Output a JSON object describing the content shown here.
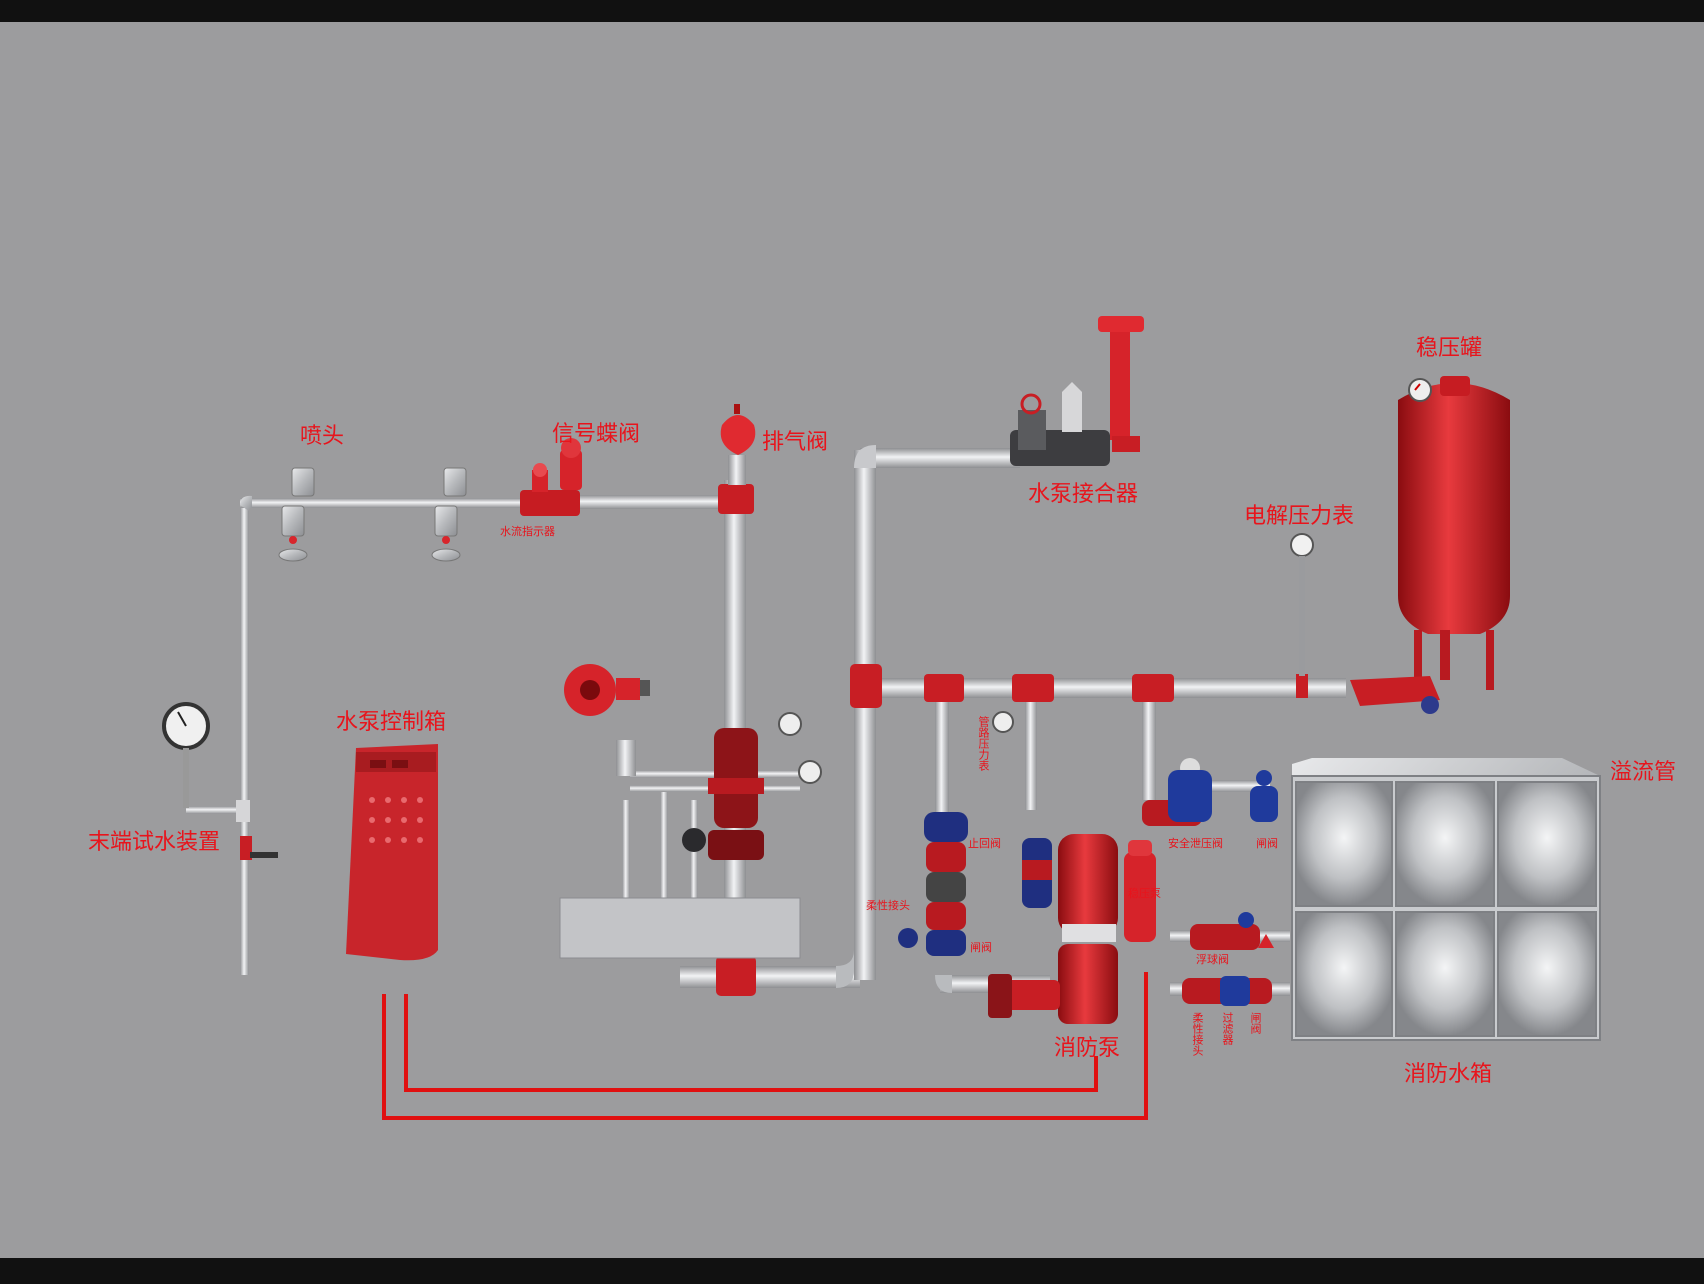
{
  "labels": {
    "sprinkler": "喷头",
    "signal_valve": "信号蝶阀",
    "flow_indicator": "水流指示器",
    "air_vent": "排气阀",
    "pump_adapter": "水泵接合器",
    "pressure_tank": "稳压罐",
    "pressure_gauge": "电解压力表",
    "overflow_pipe": "溢流管",
    "control_box": "水泵控制箱",
    "end_test": "末端试水装置",
    "fire_pump": "消防泵",
    "water_tank": "消防水箱",
    "main_gauge": "管路压力表",
    "check_valve": "止回阀",
    "soft_joint": "柔性接头",
    "gate_valve": "闸阀",
    "stabilizer_pump": "稳压泵",
    "safety_relief": "安全泄压阀",
    "small_valve": "闸阀",
    "float_valve": "浮球阀",
    "flex_joint": "柔性接头",
    "filter": "过滤器",
    "gate_valve_2": "闸阀"
  },
  "colors": {
    "background": "#9c9c9e",
    "pipe": "#c9cacc",
    "fitting": "#d6232a",
    "label": "#e8141c",
    "wire": "#e01010"
  }
}
